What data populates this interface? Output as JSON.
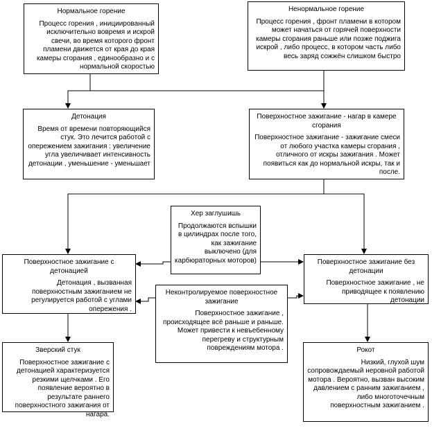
{
  "boxes": [
    {
      "title": "Нормальное горение",
      "text": "Процесс горения , инициированный исключительно вовремя и искрой свечи, во время которого фронт пламени движется от края до края камеры сгорания , единообразно и с нормальной скоростью"
    },
    {
      "title": "Ненормальное горение",
      "text": "Процесс горения , фронт пламени в котором может начаться от горячей поверхности камеры сгорания раньше или позже поджига искрой , либо процесс, в котором часть либо весь заряд сожжён слишком быстро"
    },
    {
      "title": "Детонация",
      "text": "Время от времени повторяющийся стук. Это лечится работой с опережением зажигания : увеличение угла увеличивает интенсивность детонации , уменьшение - уменьшает"
    },
    {
      "title": "Поверхностное зажигание - нагар в камере сгорания",
      "text": "Поверхностное зажигание - зажигание смеси от любого участка камеры сгорания , отличного от искры зажигания . Может появиться как до нормальной искры, так и после."
    },
    {
      "title": "Хер заглушишь",
      "text": "Продолжаются вспышки в цилиндрах после того, как зажигание выключено (для карбюраторных моторов)"
    },
    {
      "title": "Поверхностное зажигание с детонацией",
      "text": "Детонация , вызванная поверхностным зажиганием не регулируется работой с углами опережения ."
    },
    {
      "title": "Поверхностное зажигание без детонации",
      "text": "Поверхностное зажигание , не приводящее к появлению детонации"
    },
    {
      "title": "Неконтролируемое поверхностное зажигание",
      "text": "Поверхностное зажигание , происходящее всё раньше и раньше. Может привести к невъебенному перегреву и структурным повреждениям мотора ."
    },
    {
      "title": "Зверский стук",
      "text": "Поверхностное зажигание с детонацией характеризуется резкими щелчками . Его появление вероятно в результате раннего поверхностного зажигания от нагара."
    },
    {
      "title": "Рокот",
      "text": "Низкий, глухой шум сопровождаемый неровной работой мотора . Вероятно, вызван высоким давлением с ранним зажиганием , либо многоточечным поверхностным зажиганием ."
    }
  ]
}
